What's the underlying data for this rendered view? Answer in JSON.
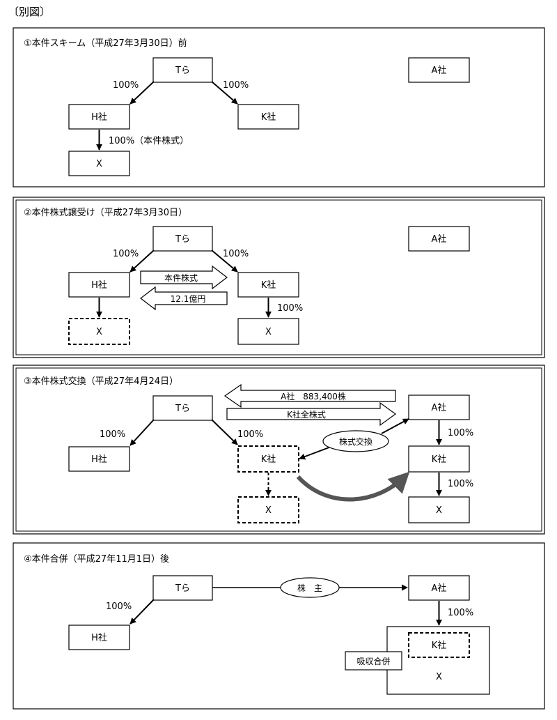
{
  "header": "〔別図〕",
  "panels": [
    {
      "title": "①本件スキーム（平成27年3月30日）前",
      "nodes": {
        "T": "Tら",
        "A": "A社",
        "H": "H社",
        "K": "K社",
        "X": "X"
      },
      "labels": {
        "t_h": "100%",
        "t_k": "100%",
        "h_x": "100%（本件株式）"
      }
    },
    {
      "title": "②本件株式譲受け（平成27年3月30日）",
      "nodes": {
        "T": "Tら",
        "A": "A社",
        "H": "H社",
        "K": "K社",
        "X_old": "X",
        "X_new": "X"
      },
      "labels": {
        "t_h": "100%",
        "t_k": "100%",
        "k_x": "100%"
      },
      "arrows": {
        "shares": "本件株式",
        "payment": "12.1億円"
      }
    },
    {
      "title": "③本件株式交換（平成27年4月24日）",
      "nodes": {
        "T": "Tら",
        "A": "A社",
        "H": "H社",
        "K_old": "K社",
        "K_new": "K社",
        "X_old": "X",
        "X_new": "X"
      },
      "labels": {
        "t_h": "100%",
        "t_k": "100%",
        "a_k": "100%",
        "k_x": "100%"
      },
      "arrows": {
        "a_shares": "A社　883,400株",
        "k_shares": "K社全株式"
      },
      "ellipse": "株式交換"
    },
    {
      "title": "④本件合併（平成27年11月1日）後",
      "nodes": {
        "T": "Tら",
        "A": "A社",
        "H": "H社",
        "K": "K社",
        "X": "X"
      },
      "labels": {
        "t_h": "100%",
        "a_x": "100%"
      },
      "ellipse": "株　主",
      "merge_label": "吸収合併"
    }
  ]
}
